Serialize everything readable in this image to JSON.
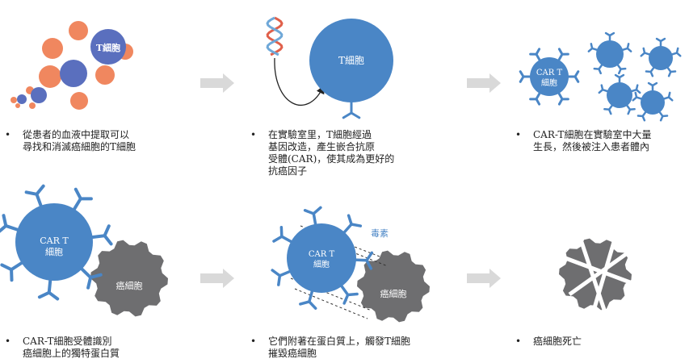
{
  "labels": {
    "t_cell": "T細胞",
    "car_t_line1": "CAR T",
    "car_t_line2": "細胞",
    "cancer_cell": "癌細胞",
    "toxin": "毒素"
  },
  "steps": [
    {
      "lines": [
        "從患者的血液中提取可以",
        "尋找和消滅癌細胞的T細胞"
      ]
    },
    {
      "lines": [
        "在實驗室里，T細胞經過",
        "基因改造，產生嵌合抗原",
        "受體(CAR)，使其成為更好的",
        "抗癌因子"
      ]
    },
    {
      "lines": [
        "CAR-T細胞在實驗室中大量",
        "生長，然後被注入患者體內"
      ]
    },
    {
      "lines": [
        "CAR-T細胞受體識別",
        "癌細胞上的獨特蛋白質"
      ]
    },
    {
      "lines": [
        "它們附著在蛋白質上，觸發T細胞",
        "摧毀癌細胞"
      ]
    },
    {
      "lines": [
        "癌細胞死亡"
      ]
    }
  ],
  "bullet": "•",
  "colors": {
    "blue": "#4a86c6",
    "orange": "#f0875f",
    "navy": "#5a6fbe",
    "gray": "#6e6e70",
    "arrow": "#d9d9d9"
  }
}
